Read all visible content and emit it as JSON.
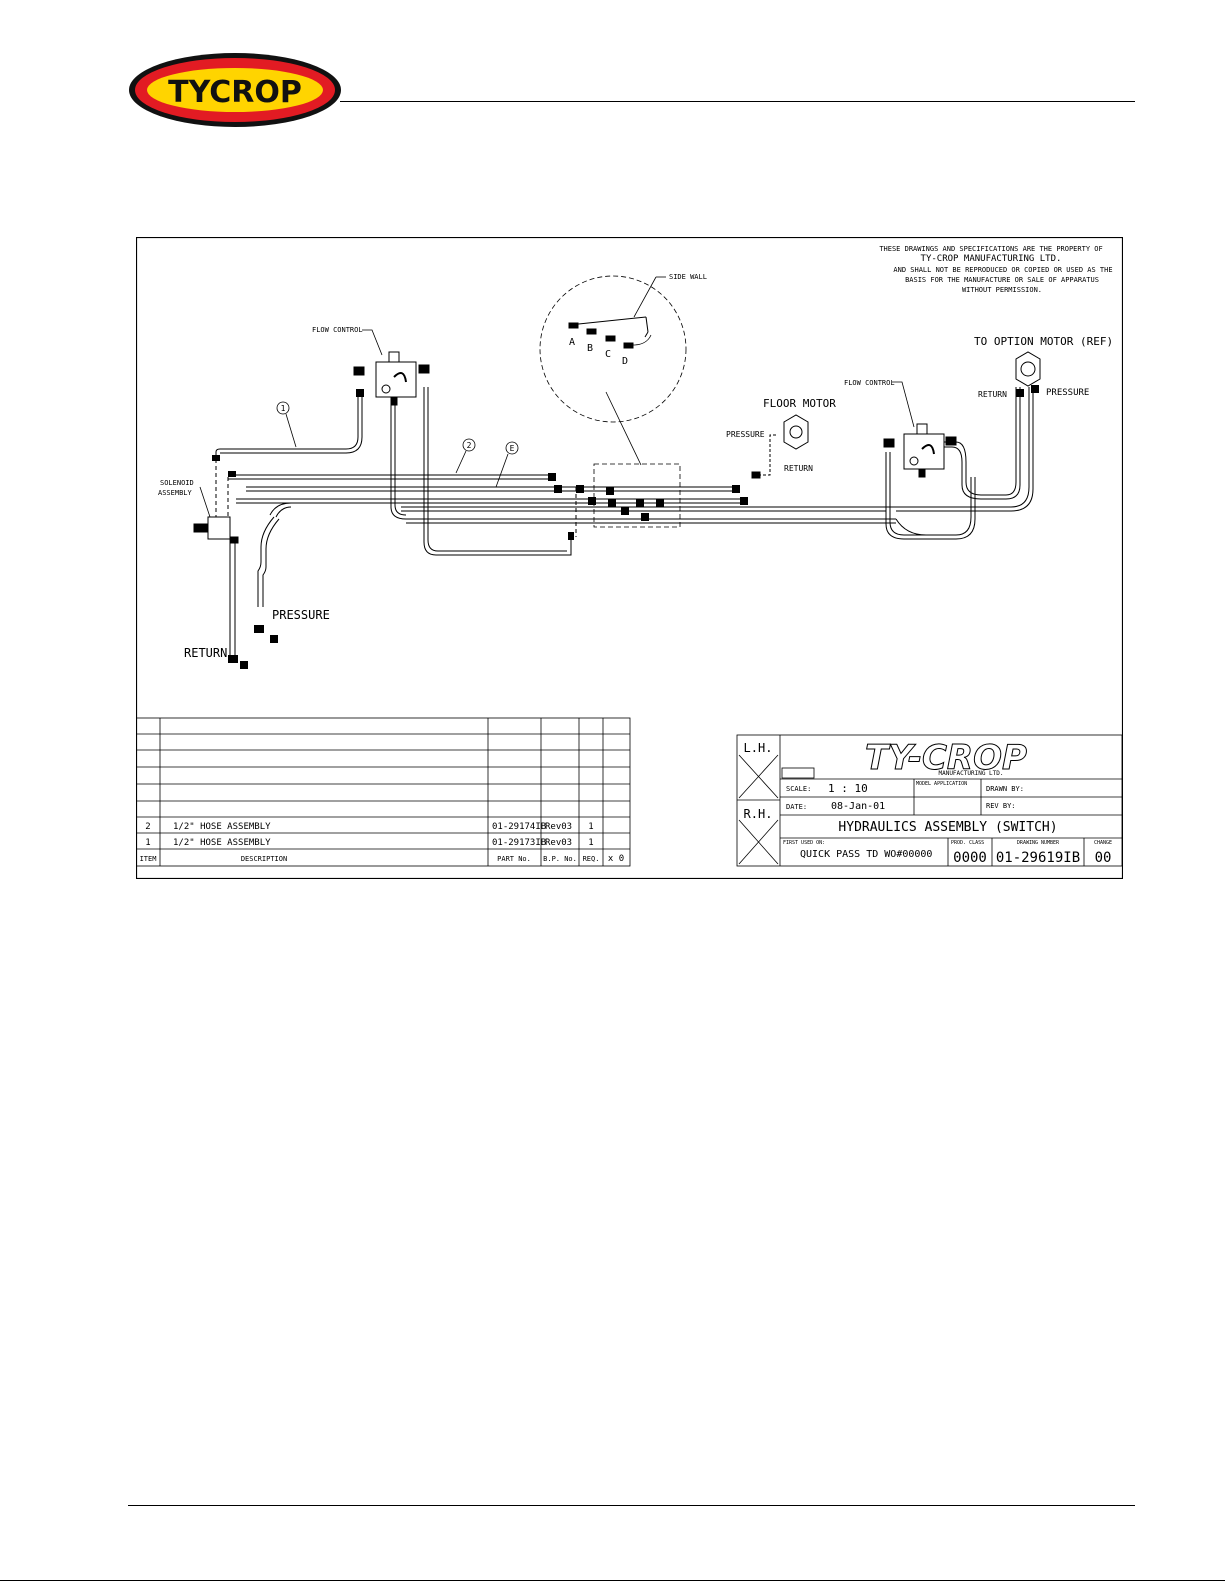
{
  "brand": {
    "logo_text": "TYCROP",
    "colors": {
      "red": "#e21b23",
      "yellow": "#ffd400",
      "black": "#111111"
    }
  },
  "notice": {
    "line1": "THESE DRAWINGS AND SPECIFICATIONS ARE THE PROPERTY OF",
    "line2": "TY-CROP MANUFACTURING LTD.",
    "line3": "AND SHALL NOT BE REPRODUCED OR COPIED OR USED AS THE",
    "line4": "BASIS FOR THE MANUFACTURE OR SALE OF APPARATUS",
    "line5": "WITHOUT PERMISSION."
  },
  "callouts": {
    "side_wall": "SIDE WALL",
    "flow_control_left": "FLOW CONTROL",
    "flow_control_right": "FLOW CONTROL",
    "solenoid_line1": "SOLENOID",
    "solenoid_line2": "ASSEMBLY",
    "floor_motor": "FLOOR MOTOR",
    "floor_pressure": "PRESSURE",
    "floor_return": "RETURN",
    "option_motor": "TO OPTION MOTOR (REF)",
    "option_return": "RETURN",
    "option_pressure": "PRESSURE",
    "main_pressure": "PRESSURE",
    "main_return": "RETURN",
    "port_a": "A",
    "port_b": "B",
    "port_c": "C",
    "port_d": "D",
    "balloon_1": "1",
    "balloon_2": "2",
    "balloon_e": "E"
  },
  "bom": {
    "headers": {
      "item": "ITEM",
      "description": "DESCRIPTION",
      "part_no": "PART No.",
      "bp_no": "B.P. No.",
      "req": "REQ.",
      "x": "x 0"
    },
    "rows": [
      {
        "item": "2",
        "description": "1/2\" HOSE ASSEMBLY",
        "part_no": "01-29174IB",
        "bp_no": "Rev03",
        "req": "1"
      },
      {
        "item": "1",
        "description": "1/2\" HOSE ASSEMBLY",
        "part_no": "01-29173IB",
        "bp_no": "Rev03",
        "req": "1"
      }
    ]
  },
  "title_block": {
    "lh": "L.H.",
    "rh": "R.H.",
    "company": "TY-CROP",
    "company_sub": "MANUFACTURING LTD.",
    "scale_label": "SCALE:",
    "scale_value": "1 : 10",
    "date_label": "DATE:",
    "date_value": "08-Jan-01",
    "model_label": "MODEL APPLICATION",
    "drawn_by": "DRAWN BY:",
    "rev_by": "REV BY:",
    "title": "HYDRAULICS ASSEMBLY (SWITCH)",
    "first_used_label": "FIRST USED ON:",
    "first_used_value": "QUICK PASS TD WO#00000",
    "prod_class_label": "PROD. CLASS",
    "prod_class_value": "0000",
    "drawing_number_label": "DRAWING NUMBER",
    "drawing_number_value": "01-29619IB",
    "change_label": "CHANGE",
    "change_value": "00"
  }
}
